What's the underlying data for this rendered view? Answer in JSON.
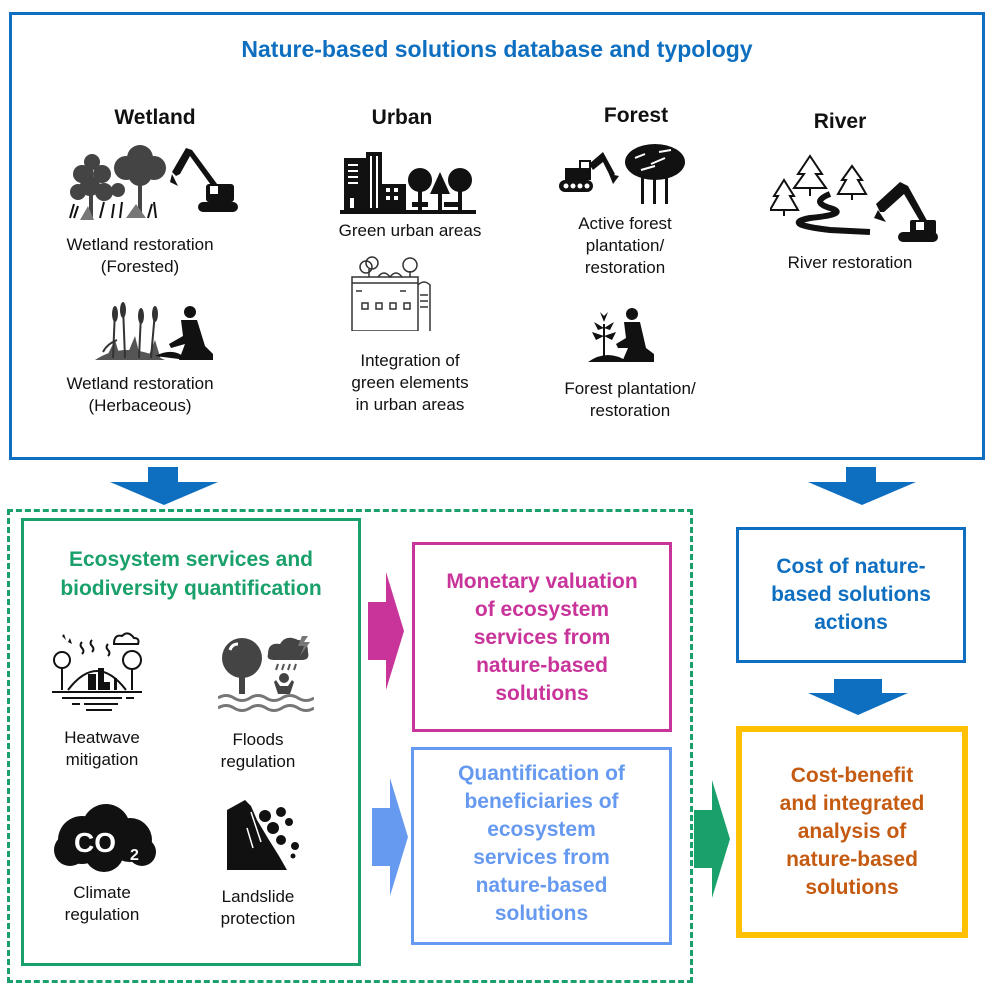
{
  "colors": {
    "blue": "#0E6FC1",
    "green": "#1AA06A",
    "magenta": "#C8349A",
    "light_blue": "#6699F0",
    "yellow": "#FFC000",
    "orange": "#C55A11",
    "icon_dark": "#111111"
  },
  "top_panel": {
    "title": "Nature-based solutions database and typology",
    "categories": [
      {
        "name": "Wetland",
        "items": [
          {
            "icon": "wetland-forested-icon",
            "lines": [
              "Wetland restoration",
              "(Forested)"
            ]
          },
          {
            "icon": "wetland-herbaceous-icon",
            "lines": [
              "Wetland restoration",
              "(Herbaceous)"
            ]
          }
        ]
      },
      {
        "name": "Urban",
        "items": [
          {
            "icon": "green-urban-areas-icon",
            "lines": [
              "Green urban areas"
            ]
          },
          {
            "icon": "green-roof-building-icon",
            "lines": [
              "Integration of",
              "green elements",
              "in urban areas"
            ]
          }
        ]
      },
      {
        "name": "Forest",
        "items": [
          {
            "icon": "active-forest-plantation-icon",
            "lines": [
              "Active forest",
              "plantation/",
              "restoration"
            ]
          },
          {
            "icon": "forest-planting-icon",
            "lines": [
              "Forest plantation/",
              "restoration"
            ]
          }
        ]
      },
      {
        "name": "River",
        "items": [
          {
            "icon": "river-restoration-icon",
            "lines": [
              "River restoration"
            ]
          }
        ]
      }
    ]
  },
  "ecosystem_panel": {
    "title_lines": [
      "Ecosystem services and",
      "biodiversity quantification"
    ],
    "services": [
      {
        "icon": "heatwave-icon",
        "lines": [
          "Heatwave",
          "mitigation"
        ]
      },
      {
        "icon": "flood-icon",
        "lines": [
          "Floods",
          "regulation"
        ]
      },
      {
        "icon": "co2-cloud-icon",
        "lines": [
          "Climate",
          "regulation"
        ],
        "co2_text": "CO",
        "co2_sub": "2"
      },
      {
        "icon": "landslide-icon",
        "lines": [
          "Landslide",
          "protection"
        ]
      }
    ]
  },
  "monetary_box": {
    "lines": [
      "Monetary valuation",
      "of ecosystem",
      "services from",
      "nature-based",
      "solutions"
    ]
  },
  "beneficiaries_box": {
    "lines": [
      "Quantification of",
      "beneficiaries of",
      "ecosystem",
      "services from",
      "nature-based",
      "solutions"
    ]
  },
  "cost_box": {
    "lines": [
      "Cost of nature-",
      "based solutions",
      "actions"
    ]
  },
  "cba_box": {
    "lines": [
      "Cost-benefit",
      "and integrated",
      "analysis of",
      "nature-based",
      "solutions"
    ]
  }
}
